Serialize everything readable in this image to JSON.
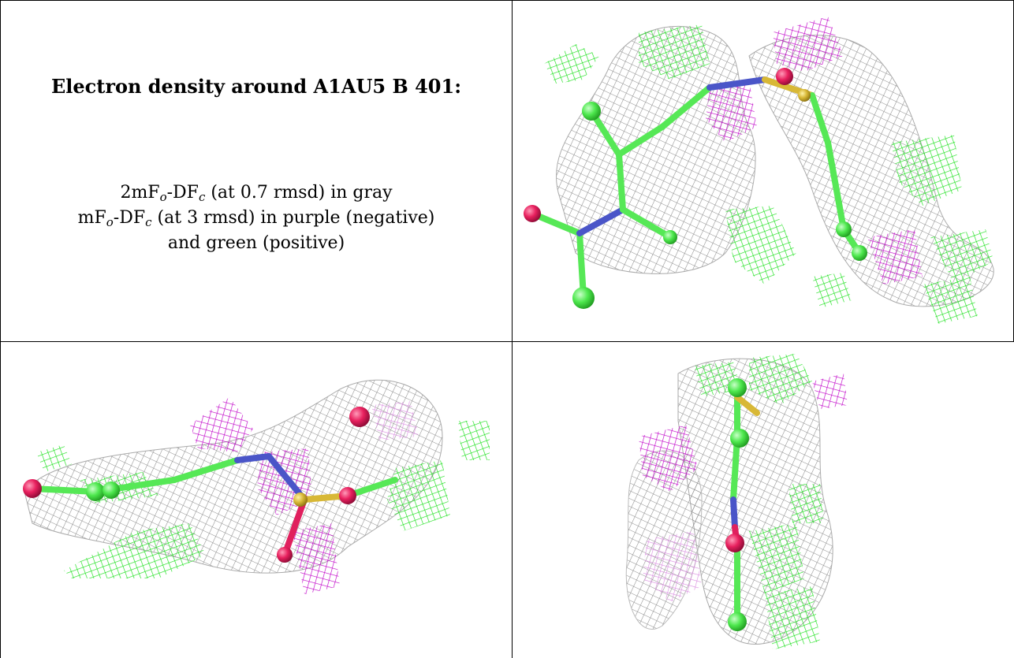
{
  "caption": {
    "title": "Electron density around A1AU5 B 401:",
    "line1": {
      "pre": "2mF",
      "sub1": "o",
      "mid": "-DF",
      "sub2": "c",
      "post": " (at 0.7 rmsd) in gray"
    },
    "line2": {
      "pre": "mF",
      "sub1": "o",
      "mid": "-DF",
      "sub2": "c",
      "post": " (at 3 rmsd) in purple (negative)"
    },
    "line3": "and green (positive)"
  },
  "panels": [
    {
      "name": "view-1"
    },
    {
      "name": "view-2"
    },
    {
      "name": "view-3"
    }
  ],
  "colors": {
    "mesh_2fofc": "#9a9a9a",
    "mesh_negative": "#c000c8",
    "mesh_positive": "#22e022",
    "carbon": "#56e856",
    "nitrogen": "#4a55c8",
    "oxygen": "#e0205e",
    "sulfur": "#d8b836"
  }
}
